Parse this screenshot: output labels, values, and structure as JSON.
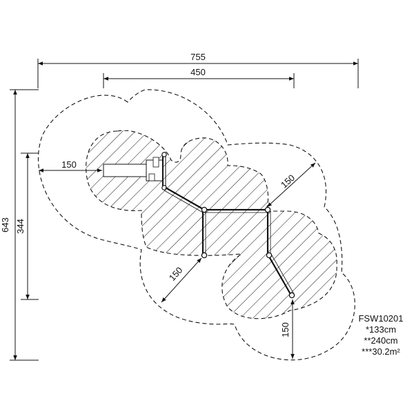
{
  "dimensions": {
    "overall_width": "755",
    "inner_width": "450",
    "overall_height": "643",
    "inner_height": "344",
    "clearance_left": "150",
    "clearance_upper_right": "150",
    "clearance_lower_left": "150",
    "clearance_bottom": "150"
  },
  "spec": {
    "product_code": "FSW10201",
    "fall_height": "*133cm",
    "free_height": "**240cm",
    "area": "***30.2m²"
  },
  "colors": {
    "line": "#111111",
    "background": "#ffffff"
  }
}
